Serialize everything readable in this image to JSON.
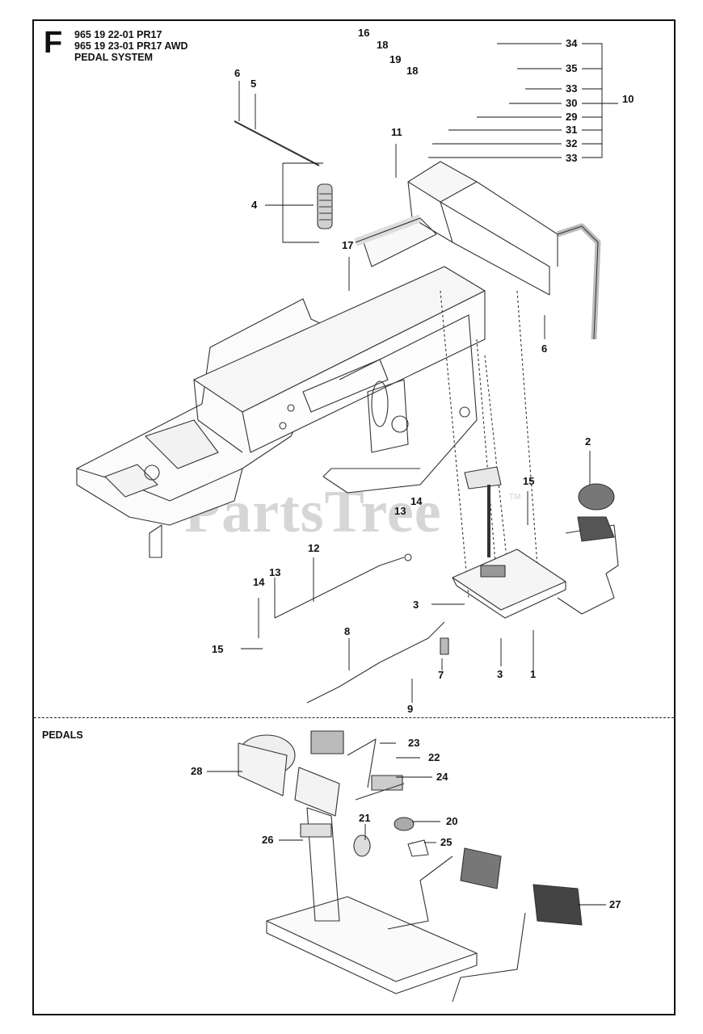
{
  "header": {
    "section_letter": "F",
    "line1": "965 19 22-01 PR17",
    "line2": "965 19 23-01 PR17 AWD",
    "line3": "PEDAL SYSTEM"
  },
  "pedals_section": {
    "title": "PEDALS"
  },
  "watermark": {
    "text": "PartsTree",
    "tm": "TM"
  },
  "callouts": [
    {
      "label": "16"
    },
    {
      "label": "18"
    },
    {
      "label": "19"
    },
    {
      "label": "18"
    },
    {
      "label": "34"
    },
    {
      "label": "35"
    },
    {
      "label": "33"
    },
    {
      "label": "30"
    },
    {
      "label": "10"
    },
    {
      "label": "29"
    },
    {
      "label": "31"
    },
    {
      "label": "32"
    },
    {
      "label": "33"
    },
    {
      "label": "6"
    },
    {
      "label": "5"
    },
    {
      "label": "11"
    },
    {
      "label": "4"
    },
    {
      "label": "17"
    },
    {
      "label": "6"
    },
    {
      "label": "2"
    },
    {
      "label": "15"
    },
    {
      "label": "13"
    },
    {
      "label": "14"
    },
    {
      "label": "12"
    },
    {
      "label": "14"
    },
    {
      "label": "13"
    },
    {
      "label": "3"
    },
    {
      "label": "15"
    },
    {
      "label": "8"
    },
    {
      "label": "7"
    },
    {
      "label": "3"
    },
    {
      "label": "1"
    },
    {
      "label": "9"
    },
    {
      "label": "23"
    },
    {
      "label": "22"
    },
    {
      "label": "28"
    },
    {
      "label": "24"
    },
    {
      "label": "20"
    },
    {
      "label": "21"
    },
    {
      "label": "26"
    },
    {
      "label": "25"
    },
    {
      "label": "27"
    }
  ]
}
